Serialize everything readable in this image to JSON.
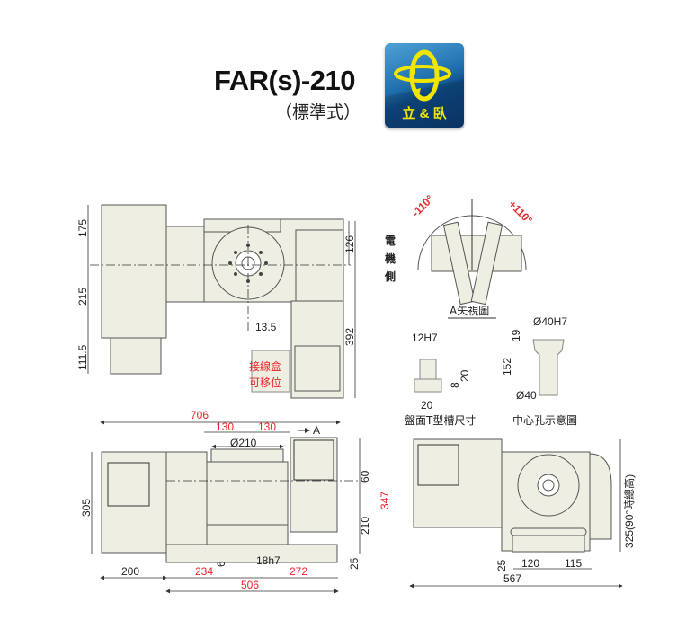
{
  "header": {
    "model": "FAR(s)-210",
    "subtitle": "（標準式）",
    "badge_label": "立 & 臥",
    "badge_icon": "rotation-axes-icon"
  },
  "colors": {
    "part_fill": "#efeee2",
    "line": "#555555",
    "dimension_red": "#e8262b",
    "badge_blue": "#1f6fae",
    "badge_yellow": "#f2e600"
  },
  "top_view": {
    "dims": {
      "d175": "175",
      "d215": "215",
      "d111_5": "111.5",
      "d126": "126",
      "d392": "392",
      "d13_5": "13.5"
    },
    "note_line1": "接線盒",
    "note_line2": "可移位"
  },
  "view_a": {
    "angle_left": "-110°",
    "angle_right": "+110°",
    "motor_side": [
      "電",
      "機",
      "側"
    ],
    "caption": "A矢視圖"
  },
  "t_slot": {
    "dims": {
      "width": "12H7",
      "height": "20",
      "depth": "8",
      "base": "20"
    },
    "caption": "盤面T型槽尺寸"
  },
  "center_hole": {
    "dims": {
      "top_dia": "Ø40H7",
      "top_depth": "19",
      "length": "152",
      "bottom_dia": "Ø40"
    },
    "caption": "中心孔示意圖"
  },
  "front_view": {
    "dims": {
      "overall": "706",
      "left130": "130",
      "right130": "130",
      "table_dia": "Ø210",
      "arrow_a": "A",
      "height305": "305",
      "d60": "60",
      "d347": "347",
      "d210": "210",
      "d25": "25",
      "d6": "6",
      "key": "18h7",
      "d200": "200",
      "d234": "234",
      "d272": "272",
      "d506": "506"
    }
  },
  "side_view": {
    "dims": {
      "height": "325(90°時總高)",
      "d25": "25",
      "d120": "120",
      "d115": "115",
      "width": "567"
    }
  }
}
